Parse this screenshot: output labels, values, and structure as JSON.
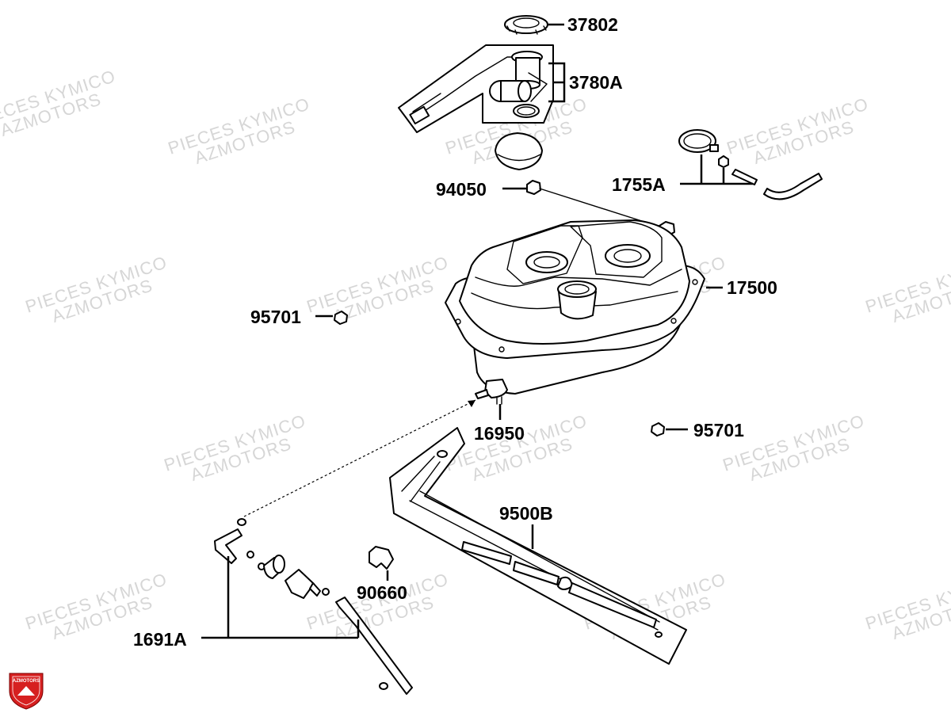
{
  "watermark": {
    "line1": "PIECES KYMICO",
    "line2": "AZMOTORS"
  },
  "logo": {
    "text": "AZMOTORS",
    "color": "#d62020"
  },
  "labels": {
    "p37802": "37802",
    "p3780A": "3780A",
    "p94050": "94050",
    "p1755A": "1755A",
    "p17500": "17500",
    "p95701a": "95701",
    "p16950": "16950",
    "p95701b": "95701",
    "p9500B": "9500B",
    "p90660": "90660",
    "p1691A": "1691A"
  }
}
